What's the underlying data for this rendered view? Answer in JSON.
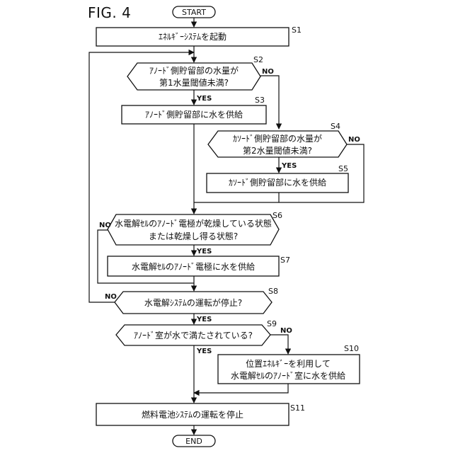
{
  "figure": {
    "title": "FIG. 4"
  },
  "nodes": {
    "start": {
      "label": "START"
    },
    "s1": {
      "step": "S1",
      "lines": [
        "ｴﾈﾙｷﾞｰｼｽﾃﾑを起動"
      ]
    },
    "s2": {
      "step": "S2",
      "lines": [
        "ｱﾉｰﾄﾞ側貯留部の水量が",
        "第1水量閾値未満?"
      ]
    },
    "s3": {
      "step": "S3",
      "lines": [
        "ｱﾉｰﾄﾞ側貯留部に水を供給"
      ]
    },
    "s4": {
      "step": "S4",
      "lines": [
        "ｶｿｰﾄﾞ側貯留部の水量が",
        "第2水量閾値未満?"
      ]
    },
    "s5": {
      "step": "S5",
      "lines": [
        "ｶｿｰﾄﾞ側貯留部に水を供給"
      ]
    },
    "s6": {
      "step": "S6",
      "lines": [
        "水電解ｾﾙのｱﾉｰﾄﾞ電極が乾燥している状態",
        "または乾燥し得る状態?"
      ]
    },
    "s7": {
      "step": "S7",
      "lines": [
        "水電解ｾﾙのｱﾉｰﾄﾞ電極に水を供給"
      ]
    },
    "s8": {
      "step": "S8",
      "lines": [
        "水電解ｼｽﾃﾑの運転が停止?"
      ]
    },
    "s9": {
      "step": "S9",
      "lines": [
        "ｱﾉｰﾄﾞ室が水で満たされている?"
      ]
    },
    "s10": {
      "step": "S10",
      "lines": [
        "位置ｴﾈﾙｷﾞｰを利用して",
        "水電解ｾﾙのｱﾉｰﾄﾞ室に水を供給"
      ]
    },
    "s11": {
      "step": "S11",
      "lines": [
        "燃料電池ｼｽﾃﾑの運転を停止"
      ]
    },
    "end": {
      "label": "END"
    }
  },
  "branches": {
    "yes": "YES",
    "no": "NO"
  }
}
